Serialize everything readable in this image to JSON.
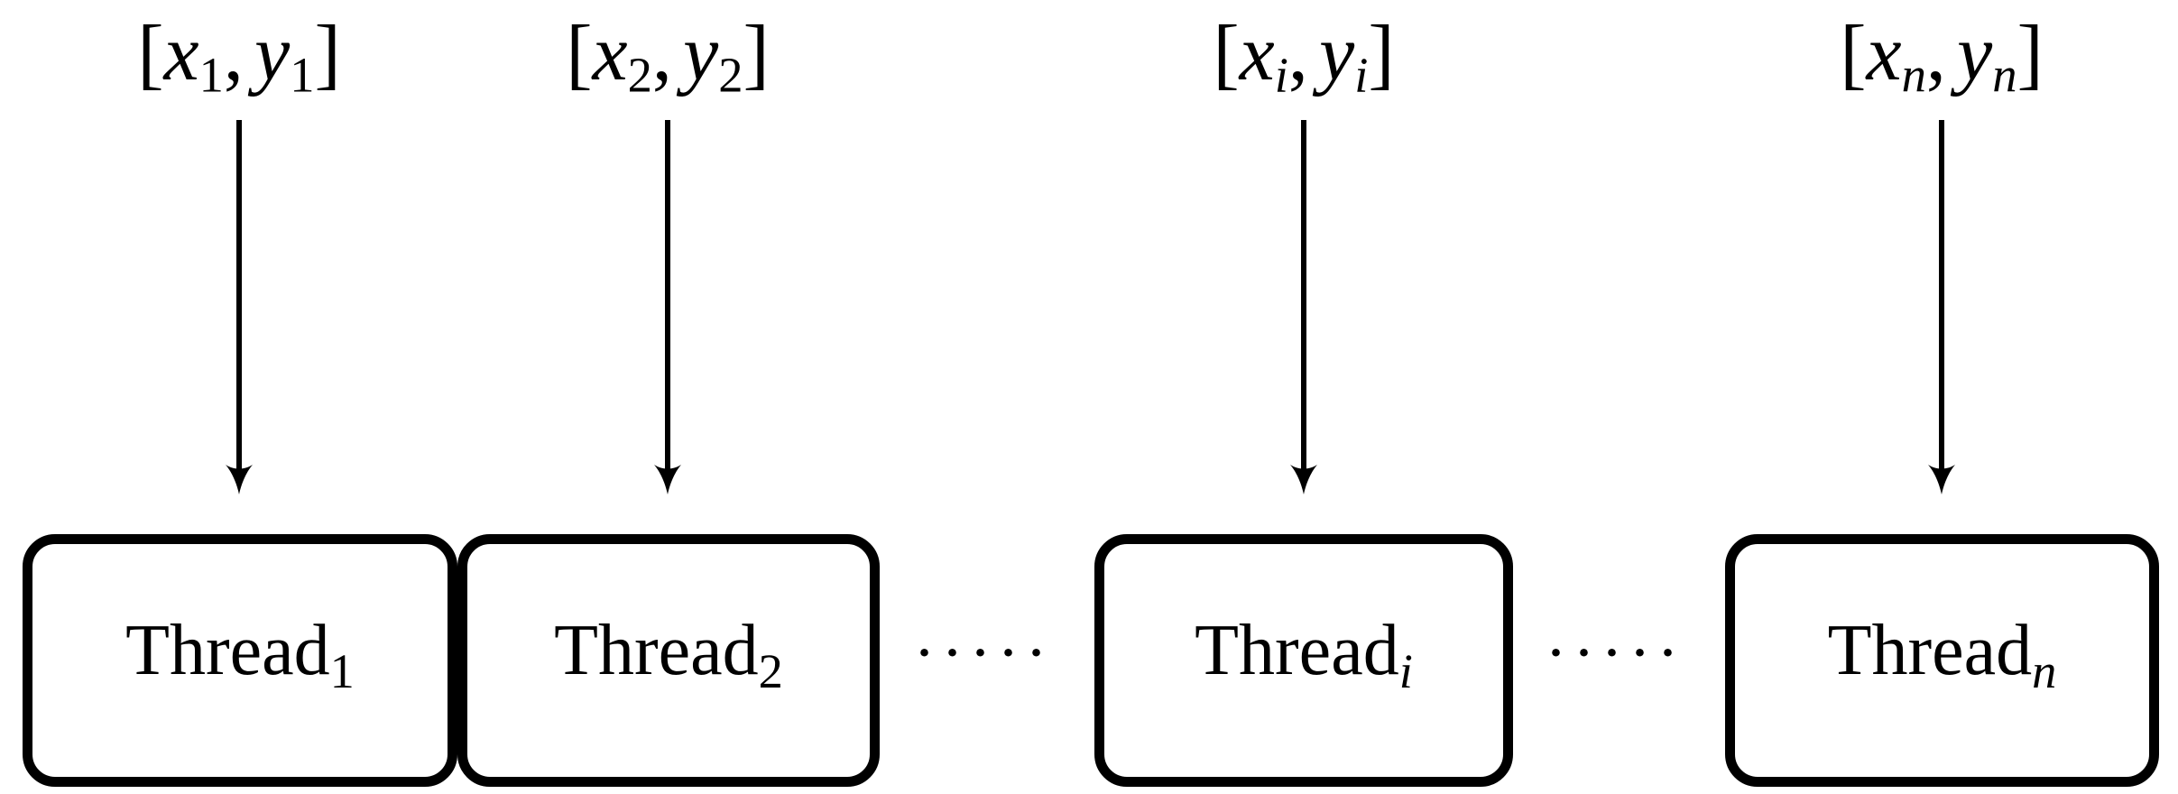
{
  "figure": {
    "background": "#ffffff",
    "ink": "#000000",
    "inputs": [
      {
        "open": "[",
        "x": "x",
        "xsub": "1",
        "comma": ",",
        "y": "y",
        "ysub": "1",
        "close": "]"
      },
      {
        "open": "[",
        "x": "x",
        "xsub": "2",
        "comma": ",",
        "y": "y",
        "ysub": "2",
        "close": "]"
      },
      {
        "open": "[",
        "x": "x",
        "xsub": "i",
        "comma": ",",
        "y": "y",
        "ysub": "i",
        "close": "]"
      },
      {
        "open": "[",
        "x": "x",
        "xsub": "n",
        "comma": ",",
        "y": "y",
        "ysub": "n",
        "close": "]"
      }
    ],
    "threads": [
      {
        "base": "Thread",
        "sub": "1"
      },
      {
        "base": "Thread",
        "sub": "2"
      },
      {
        "base": "Thread",
        "sub": "i"
      },
      {
        "base": "Thread",
        "sub": "n"
      }
    ],
    "ellipsis": "·····"
  }
}
